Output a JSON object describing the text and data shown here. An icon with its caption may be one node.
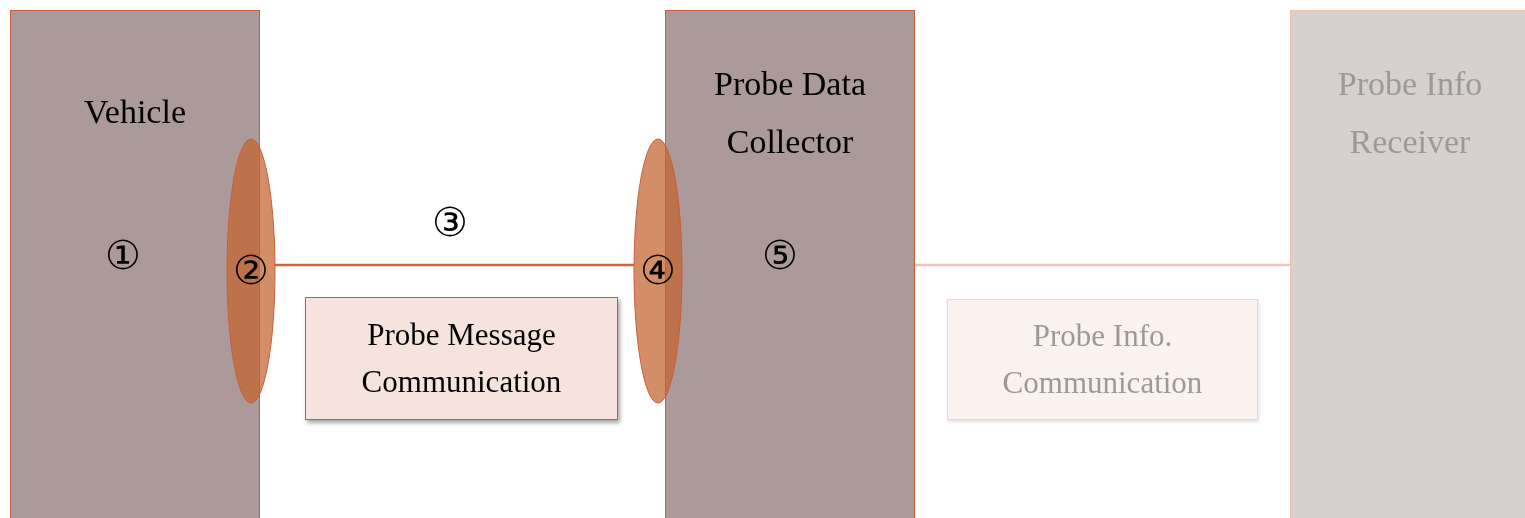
{
  "diagram": {
    "nodes": [
      {
        "text": [
          "Vehicle"
        ]
      },
      {
        "text": [
          "Probe Data Collector"
        ]
      },
      {
        "text": [
          "Probe Info Receiver"
        ]
      },
      {
        "text": [
          "Probe Message Communication"
        ]
      },
      {
        "text": [
          "Probe Info. Communication"
        ]
      },
      {
        "text": [
          "②"
        ]
      },
      {
        "text": [
          "④"
        ]
      }
    ],
    "edges": [
      {
        "from": 5,
        "to": 6,
        "arrow": "none"
      },
      {
        "from": 1,
        "to": 2,
        "arrow": "none",
        "color": "#f2c2b4"
      }
    ],
    "labels": [
      "①",
      "③",
      "⑤"
    ]
  }
}
